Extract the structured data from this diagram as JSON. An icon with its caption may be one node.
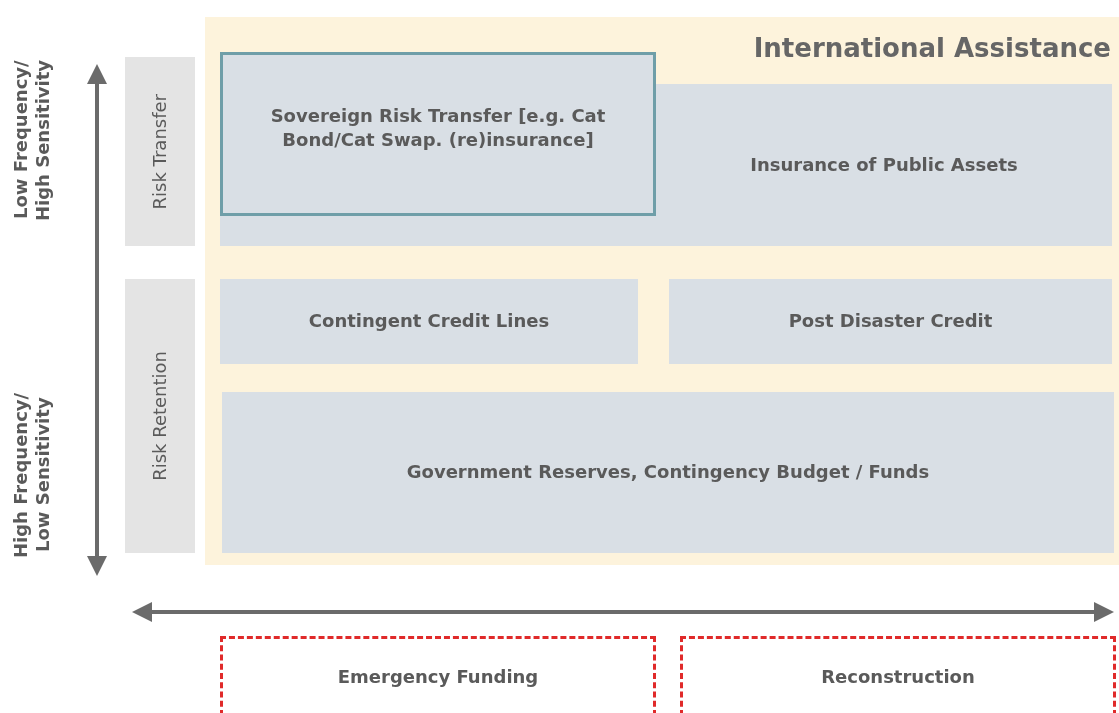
{
  "diagram": {
    "nodes": [
      {
        "text": [
          "International Assistance"
        ]
      },
      {
        "text": [
          "Sovereign Risk Transfer [e.g. Cat Bond/Cat Swap. (re)insurance]"
        ],
        "in": 0
      },
      {
        "text": [
          "Insurance of Public Assets"
        ],
        "in": 0
      },
      {
        "text": [
          "Contingent Credit Lines"
        ],
        "in": 0
      },
      {
        "text": [
          "Post Disaster Credit"
        ],
        "in": 0
      },
      {
        "text": [
          "Government Reserves, Contingency Budget / Funds"
        ],
        "in": 0
      },
      {
        "text": [
          "Risk Transfer"
        ]
      },
      {
        "text": [
          "Risk Retention"
        ]
      },
      {
        "text": [
          "Emergency Funding"
        ]
      },
      {
        "text": [
          "Reconstruction"
        ]
      }
    ],
    "labels": [
      "Low Frequency/ High Sensitivity",
      "High Frequency/ Low Sensitivity"
    ]
  }
}
